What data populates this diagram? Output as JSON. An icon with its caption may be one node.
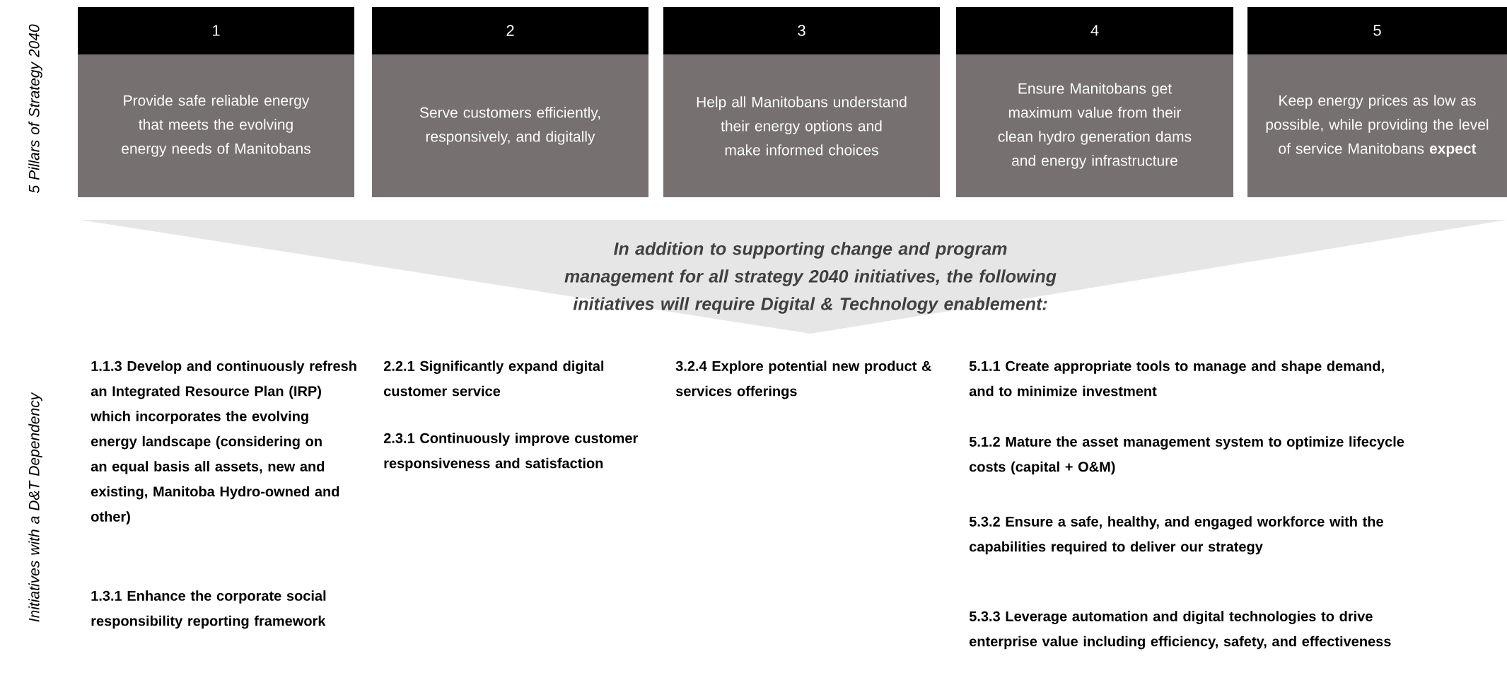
{
  "diagram": {
    "nodes": [
      {
        "text": [
          "1",
          "Provide safe reliable energy that meets the evolving energy needs of Manitobans"
        ]
      },
      {
        "text": [
          "2",
          "Serve customers efficiently, responsively, and digitally"
        ]
      },
      {
        "text": [
          "3",
          "Help all Manitobans understand their energy options and make informed choices"
        ]
      },
      {
        "text": [
          "4",
          "Ensure Manitobans get maximum value from their clean hydro generation dams and energy infrastructure"
        ]
      },
      {
        "text": [
          "5",
          "Keep energy prices as low as possible, while providing the level of service Manitobans **expect**"
        ]
      },
      {
        "text": [
          "In addition to supporting change and program management for all strategy 2040 initiatives, the following initiatives will require Digital & Technology enablement:"
        ]
      }
    ],
    "labels": [
      "5 Pillars of Strategy 2040",
      "Initiatives with a D&T Dependency",
      "1.1.3 Develop and continuously refresh an Integrated Resource Plan (IRP) which incorporates the evolving energy landscape (considering on an equal basis all assets, new and existing, Manitoba Hydro-owned and other)",
      "2.2.1 Significantly expand digital customer service",
      "3.2.4 Explore potential new product & services offerings",
      "5.1.1 Create appropriate tools to manage and shape demand, and to minimize investment",
      "2.3.1 Continuously improve customer responsiveness and satisfaction",
      "5.1.2 Mature the asset management system to optimize lifecycle costs (capital + O&M)",
      "5.3.2 Ensure a safe, healthy, and engaged workforce with the capabilities required to deliver our strategy",
      "1.3.1 Enhance the corporate social responsibility reporting framework",
      "5.3.3 Leverage automation and digital technologies to drive enterprise value including efficiency, safety, and effectiveness"
    ]
  }
}
